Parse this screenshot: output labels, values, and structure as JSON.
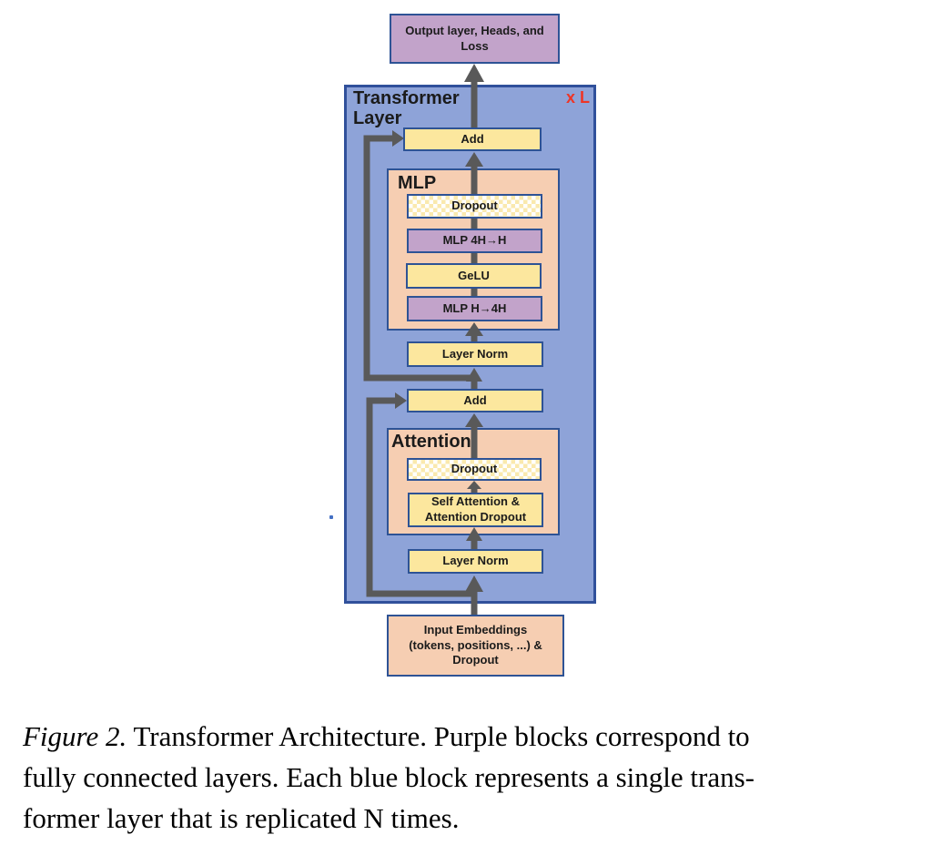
{
  "theme": {
    "page-bg": "#ffffff",
    "blue-fill": "#8EA3D8",
    "blue-border": "#30509B",
    "box-border": "#2E5395",
    "salmon-fill": "#F6CEB2",
    "purple-fill": "#C2A3CA",
    "yellow-fill": "#FCE79E",
    "check-yellow": "#FAE9AE",
    "arrow-color": "#595959",
    "repeat-red": "#EE3526",
    "text-dark": "#1B1B1B"
  },
  "diagram": {
    "output_box": "Output layer, Heads, and Loss",
    "transformer_layer_title": "Transformer Layer",
    "repeat_label": "x L",
    "add_top": "Add",
    "mlp_title": "MLP",
    "mlp_dropout": "Dropout",
    "mlp_proj_down": "MLP 4H→H",
    "mlp_gelu": "GeLU",
    "mlp_proj_up": "MLP H→4H",
    "layer_norm_mid": "Layer Norm",
    "add_attention": "Add",
    "attention_title": "Attention",
    "attention_dropout": "Dropout",
    "self_attention": "Self Attention & Attention Dropout",
    "layer_norm_bottom": "Layer Norm",
    "input_box": "Input Embeddings (tokens, positions, ...) & Dropout"
  },
  "caption": {
    "figure_label": "Figure 2.",
    "line1": "Transformer Architecture. Purple blocks correspond to",
    "line2": "fully connected layers. Each blue block represents a single trans-",
    "line3": "former layer that is replicated N times."
  }
}
